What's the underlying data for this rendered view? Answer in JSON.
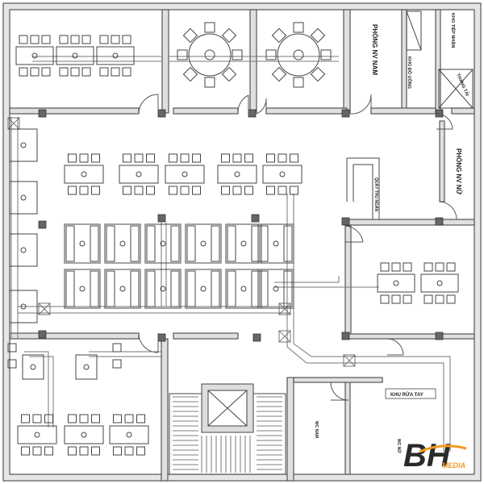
{
  "labels": {
    "phong_nv_nam": "PHÒNG NV NAM",
    "phong_nv_nu": "PHÒNG NV NỮ",
    "kho_do_uong": "KHO ĐỒ UỐNG",
    "kho_tiep_nhan": "KHO TIẾP NHẬN",
    "thang_tai": "THANG TẢI",
    "quay_thu_ngan": "QUẦY THU NGÂN",
    "khu_rua_tay": "KHU RỬA TAY",
    "wc_nam": "WC NAM",
    "wc_nu": "WC NỮ"
  },
  "logo": {
    "mark": "BH",
    "text": "MEDIA"
  },
  "colors": {
    "line": "#444444",
    "duct": "#666666",
    "logo_orange": "#f29a1f",
    "logo_dark": "#2a2a2a"
  }
}
